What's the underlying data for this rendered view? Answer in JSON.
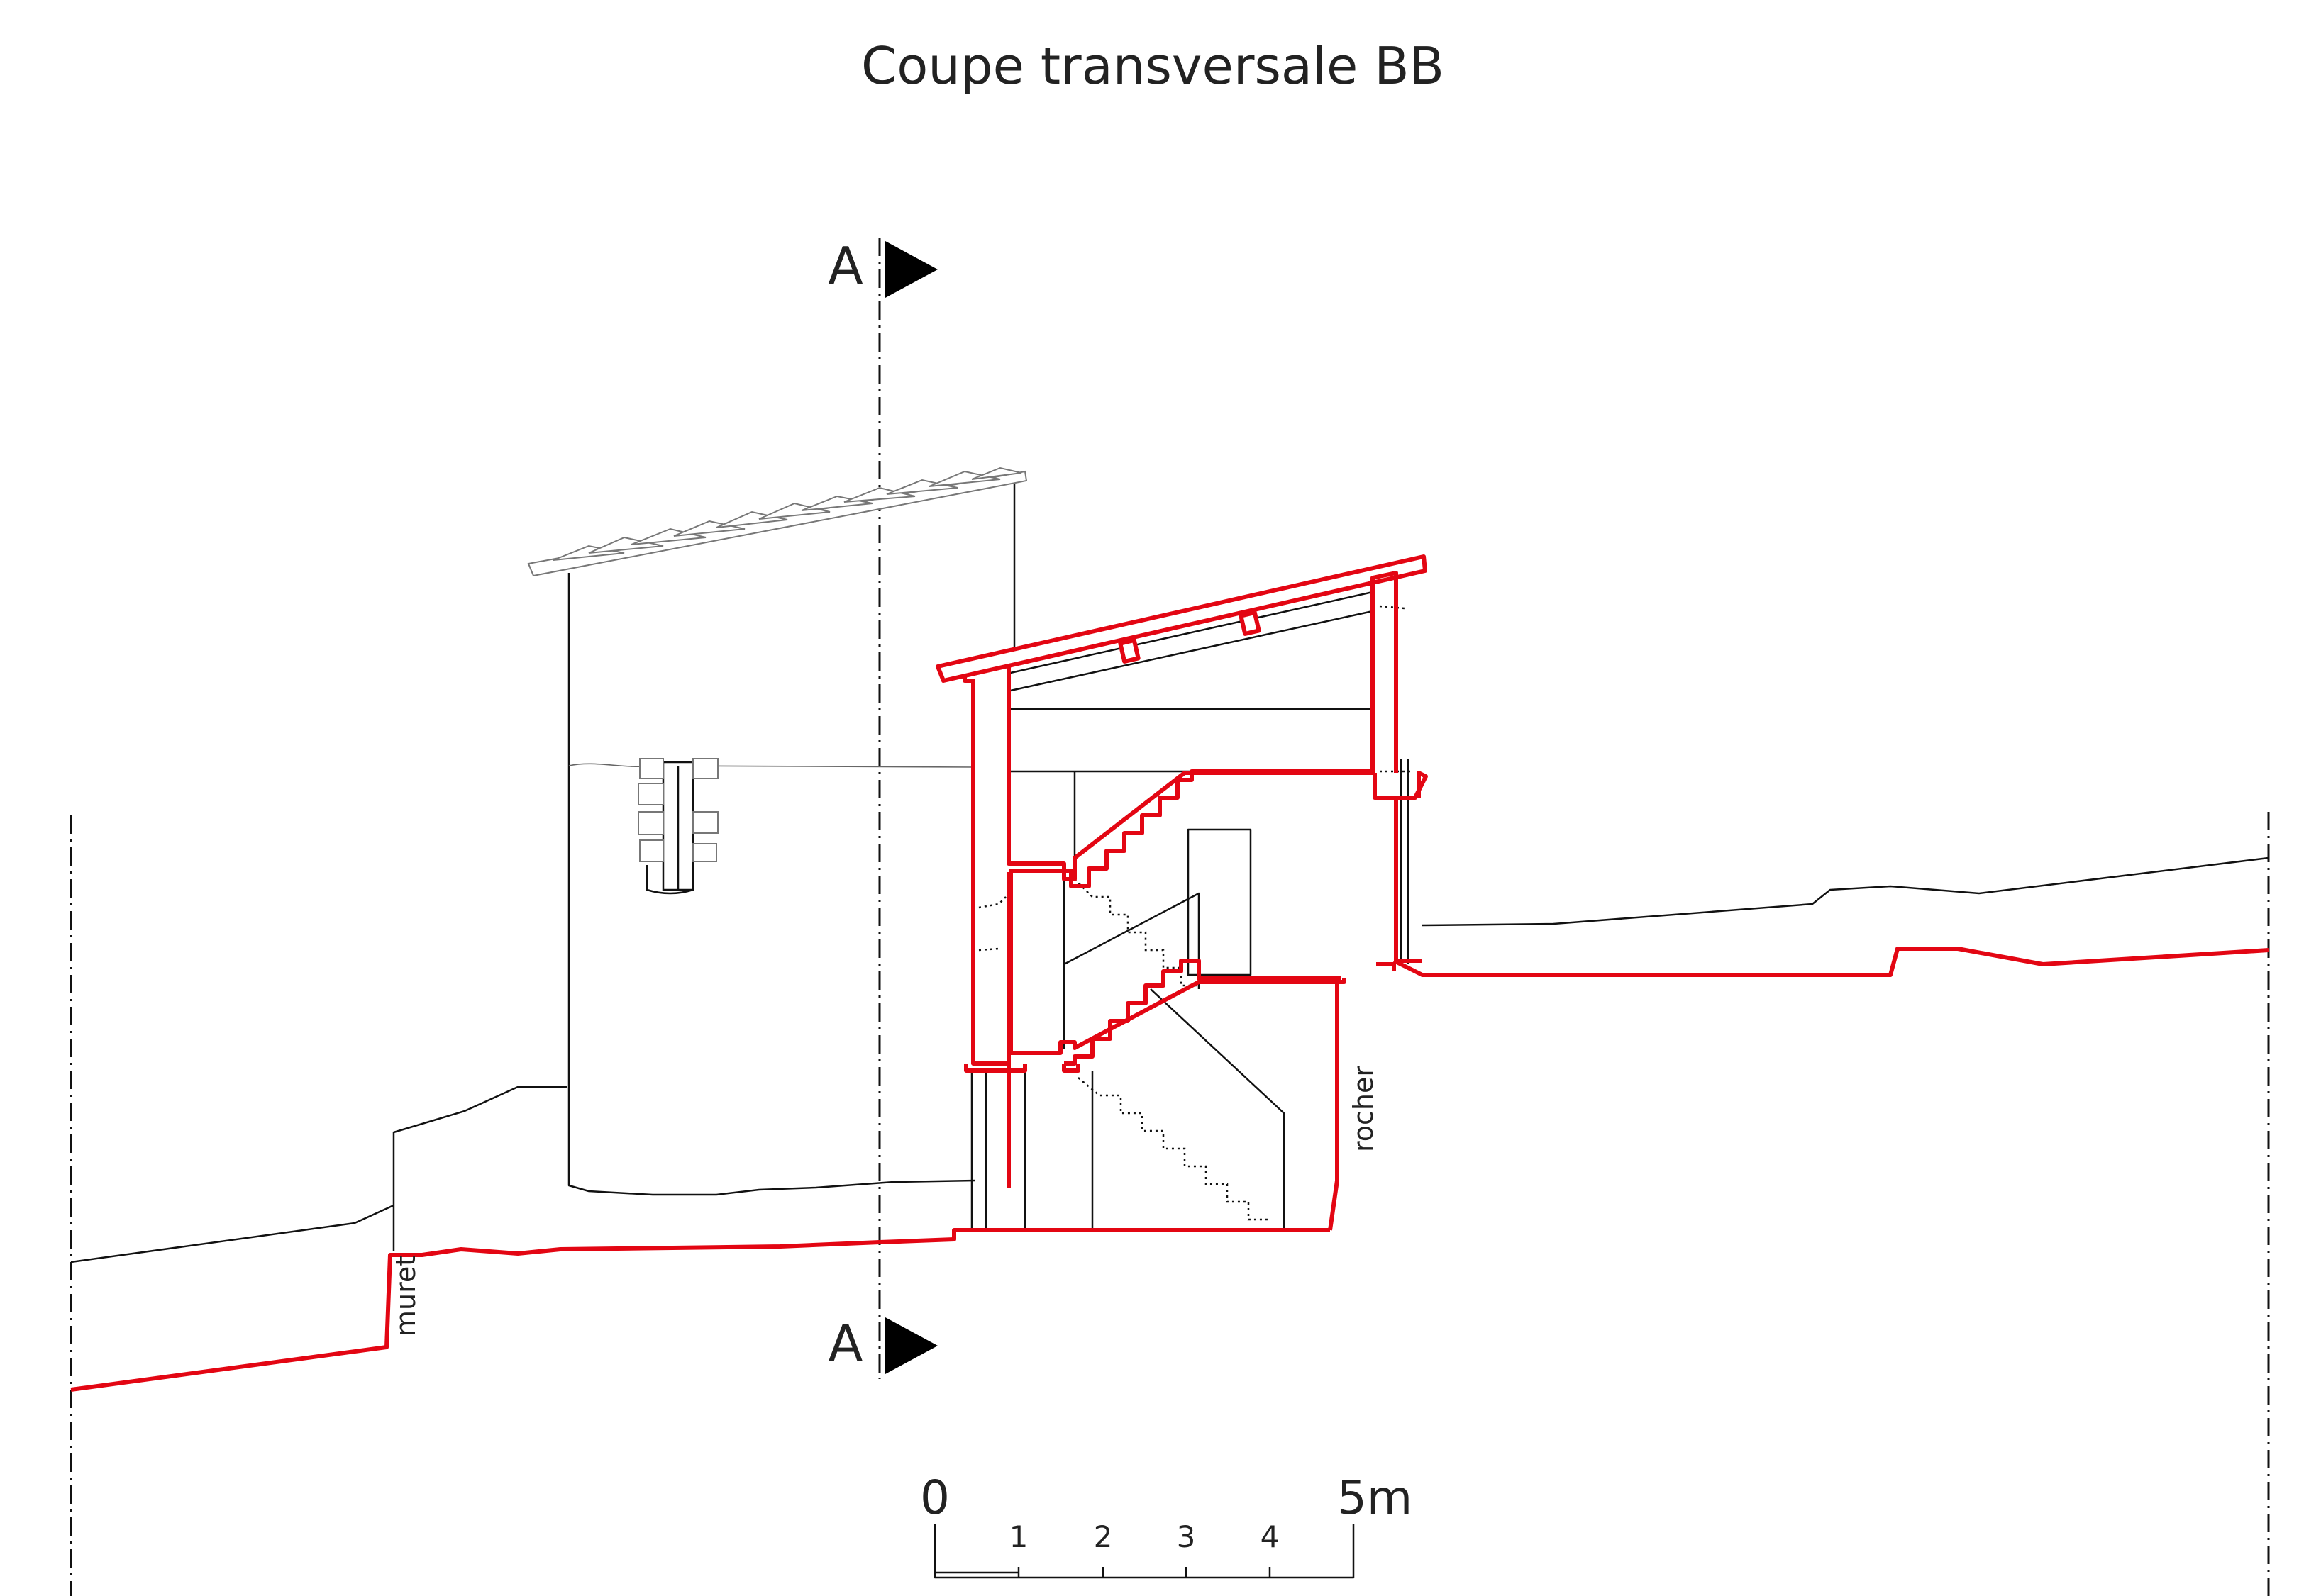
{
  "title": "Coupe transversale BB",
  "section_marker": {
    "label_top": "A",
    "label_bottom": "A"
  },
  "labels": {
    "muret": "muret",
    "rocher": "rocher"
  },
  "scale_bar": {
    "start": "0",
    "end": "5m",
    "ticks": [
      "1",
      "2",
      "3",
      "4"
    ]
  },
  "colors": {
    "cut_line": "#e30613",
    "line": "#111111"
  }
}
